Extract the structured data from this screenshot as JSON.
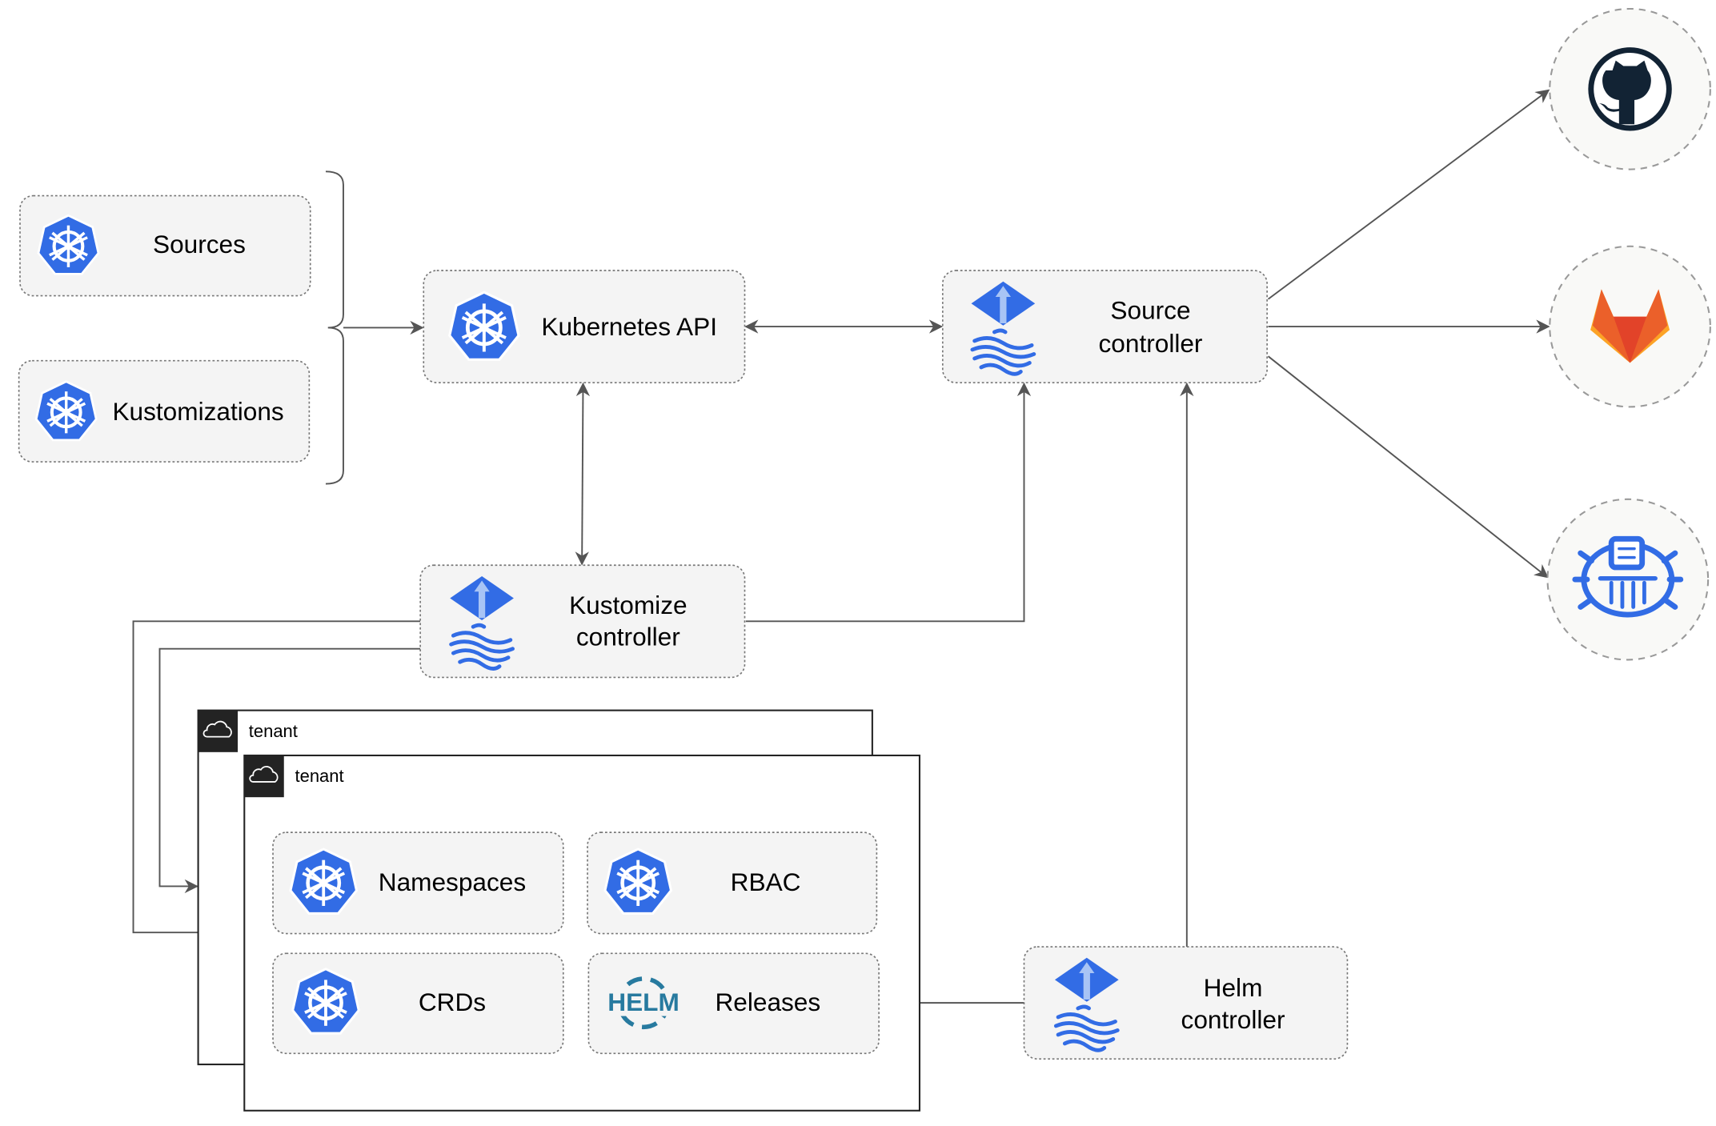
{
  "nodes": {
    "sources": "Sources",
    "kustomizations": "Kustomizations",
    "kubernetes_api": "Kubernetes API",
    "source_controller": [
      "Source",
      "controller"
    ],
    "kustomize_controller": [
      "Kustomize",
      "controller"
    ],
    "helm_controller": [
      "Helm",
      "controller"
    ],
    "tenant_back": "tenant",
    "tenant_front": "tenant",
    "namespaces": "Namespaces",
    "rbac": "RBAC",
    "crds": "CRDs",
    "releases": "Releases",
    "helm_logo_text": "HELM"
  },
  "icons": {
    "kubernetes": "kubernetes-icon",
    "flux": "flux-icon",
    "helm": "helm-icon",
    "github": "github-icon",
    "gitlab": "gitlab-icon",
    "bucket": "bucket-icon",
    "cloud": "cloud-icon"
  },
  "colors": {
    "k8s_blue": "#326ce5",
    "box_fill": "#f4f4f4",
    "github_dark": "#122334",
    "gitlab_orange": "#e8552b",
    "gitlab_yellow": "#fca326",
    "helm_blue": "#277a9f"
  }
}
